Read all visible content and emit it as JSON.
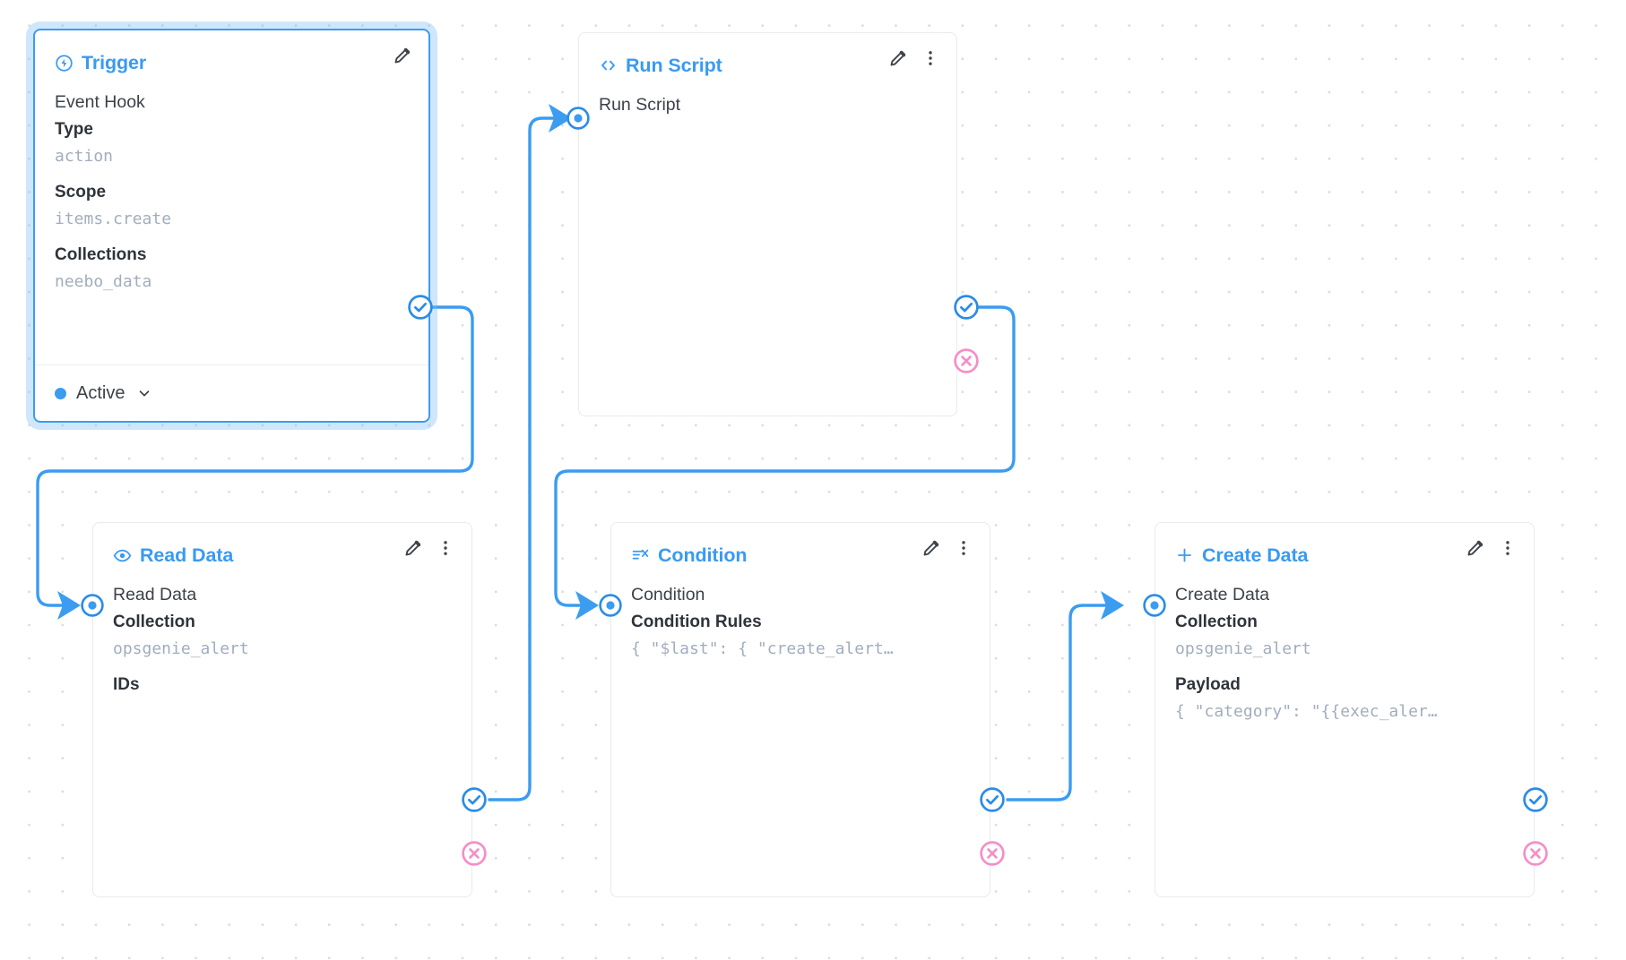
{
  "canvas": {
    "background_color": "#ffffff",
    "dot_color": "#d8dde4",
    "accent_color": "#3b9cf0",
    "reject_color": "#f48fc8",
    "muted_text_color": "#a2adbd"
  },
  "nodes": [
    {
      "id": "trigger",
      "title": "Trigger",
      "icon": "bolt-circle-icon",
      "selected": true,
      "row_name": "Event Hook",
      "fields": [
        {
          "label": "Type",
          "value": "action"
        },
        {
          "label": "Scope",
          "value": "items.create"
        },
        {
          "label": "Collections",
          "value": "neebo_data"
        }
      ],
      "footer": {
        "status": "Active",
        "status_color": "#3b9cf0",
        "chevron": "chevron-down-icon"
      },
      "actions": [
        "edit-icon"
      ]
    },
    {
      "id": "run-script",
      "title": "Run Script",
      "icon": "code-brackets-icon",
      "selected": false,
      "row_name": "Run Script",
      "fields": [],
      "actions": [
        "edit-icon",
        "more-vertical-icon"
      ]
    },
    {
      "id": "read-data",
      "title": "Read Data",
      "icon": "eye-icon",
      "selected": false,
      "row_name": "Read Data",
      "fields": [
        {
          "label": "Collection",
          "value": "opsgenie_alert"
        },
        {
          "label": "IDs",
          "value": ""
        }
      ],
      "actions": [
        "edit-icon",
        "more-vertical-icon"
      ]
    },
    {
      "id": "condition",
      "title": "Condition",
      "icon": "filter-rules-icon",
      "selected": false,
      "row_name": "Condition",
      "fields": [
        {
          "label": "Condition Rules",
          "value": "{ \"$last\": { \"create_alert…"
        }
      ],
      "actions": [
        "edit-icon",
        "more-vertical-icon"
      ]
    },
    {
      "id": "create-data",
      "title": "Create Data",
      "icon": "plus-icon",
      "selected": false,
      "row_name": "Create Data",
      "fields": [
        {
          "label": "Collection",
          "value": "opsgenie_alert"
        },
        {
          "label": "Payload",
          "value": "{ \"category\": \"{{exec_aler…"
        }
      ],
      "actions": [
        "edit-icon",
        "more-vertical-icon"
      ]
    }
  ],
  "handles": {
    "input_name": "input-handle",
    "resolve_name": "resolve-handle",
    "reject_name": "reject-handle"
  }
}
